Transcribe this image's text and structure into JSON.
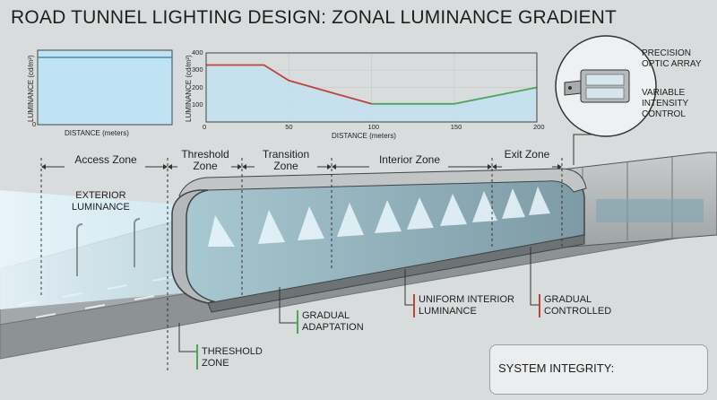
{
  "title": "ROAD TUNNEL LIGHTING DESIGN: ZONAL LUMINANCE GRADIENT",
  "chart_small": {
    "ylabel": "LUMINANCE (cd/m²)",
    "xlabel": "DISTANCE (meters)",
    "y_tick": "0"
  },
  "chart_data": {
    "type": "line",
    "xlabel": "DISTANCE (meters)",
    "ylabel": "LUMINANCE (cd/m²)",
    "xlim": [
      0,
      200
    ],
    "ylim": [
      0,
      400
    ],
    "x_ticks": [
      "0",
      "50",
      "100",
      "150",
      "200"
    ],
    "y_ticks": [
      "100",
      "200",
      "300",
      "400"
    ],
    "grid": true,
    "series": [
      {
        "color": "#c0433a",
        "x": [
          0,
          35,
          50,
          100
        ],
        "y": [
          330,
          330,
          240,
          105
        ]
      },
      {
        "color": "#4fa35d",
        "x": [
          100,
          150,
          200
        ],
        "y": [
          105,
          105,
          200
        ]
      }
    ]
  },
  "zones": {
    "access": "Access Zone",
    "threshold": "Threshold\nZone",
    "transition": "Transition\nZone",
    "interior": "Interior Zone",
    "exit": "Exit Zone"
  },
  "labels": {
    "exterior": "EXTERIOR\nLUMINANCE",
    "precision": "PRECISION\nOPTIC ARRAY",
    "variable": "VARIABLE\nINTENSITY\nCONTROL",
    "uniform": "UNIFORM INTERIOR\nLUMINANCE",
    "gradual_controlled": "GRADUAL\nCONTROLLED",
    "gradual_adaptation": "GRADUAL\nADAPTATION",
    "threshold_zone": "THRESHOLD\nZONE",
    "system_integrity": "SYSTEM INTEGRITY:"
  },
  "colors": {
    "red": "#c0433a",
    "green": "#4fa35d",
    "fill": "#bfe3f2"
  }
}
